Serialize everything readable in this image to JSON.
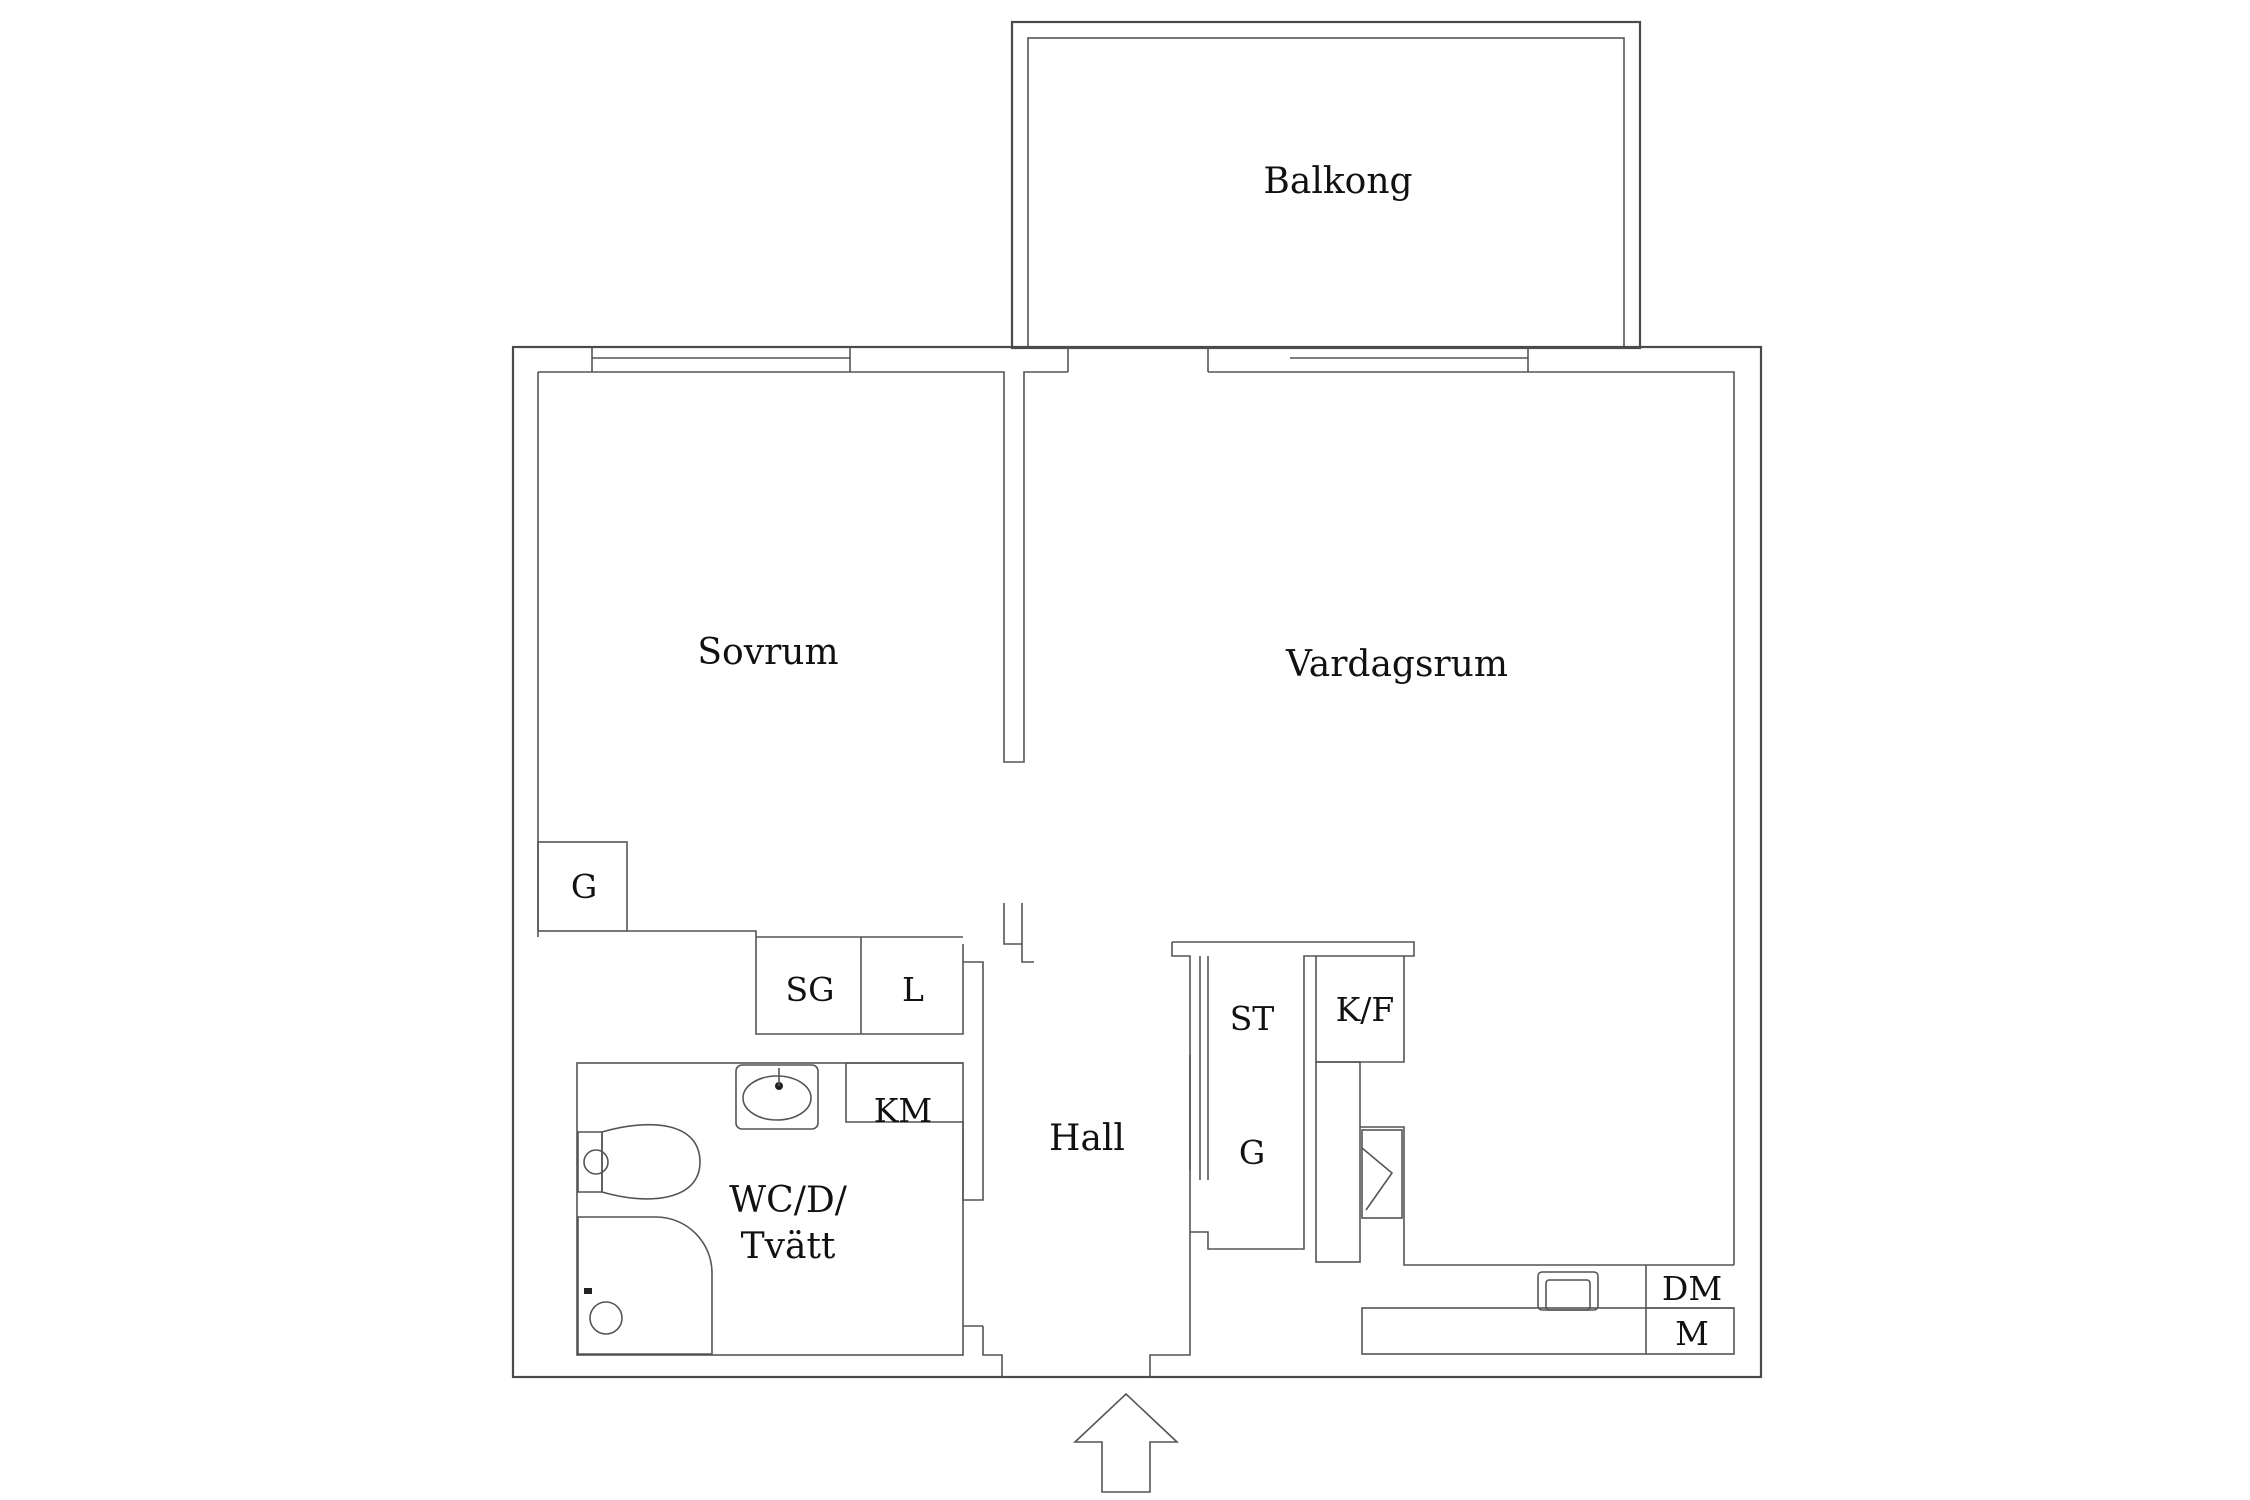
{
  "rooms": {
    "balkong": "Balkong",
    "sovrum": "Sovrum",
    "vardagsrum": "Vardagsrum",
    "hall": "Hall",
    "wc_line1": "WC/D/",
    "wc_line2": "Tvätt"
  },
  "fixtures": {
    "g_bedroom": "G",
    "sg": "SG",
    "l": "L",
    "km": "KM",
    "st": "ST",
    "g_hall": "G",
    "kf": "K/F",
    "dm": "DM",
    "m": "M"
  },
  "icons": [
    "entrance-arrow-icon",
    "sink-icon",
    "toilet-icon",
    "shower-icon",
    "kitchen-sink-icon",
    "stove-icon"
  ]
}
